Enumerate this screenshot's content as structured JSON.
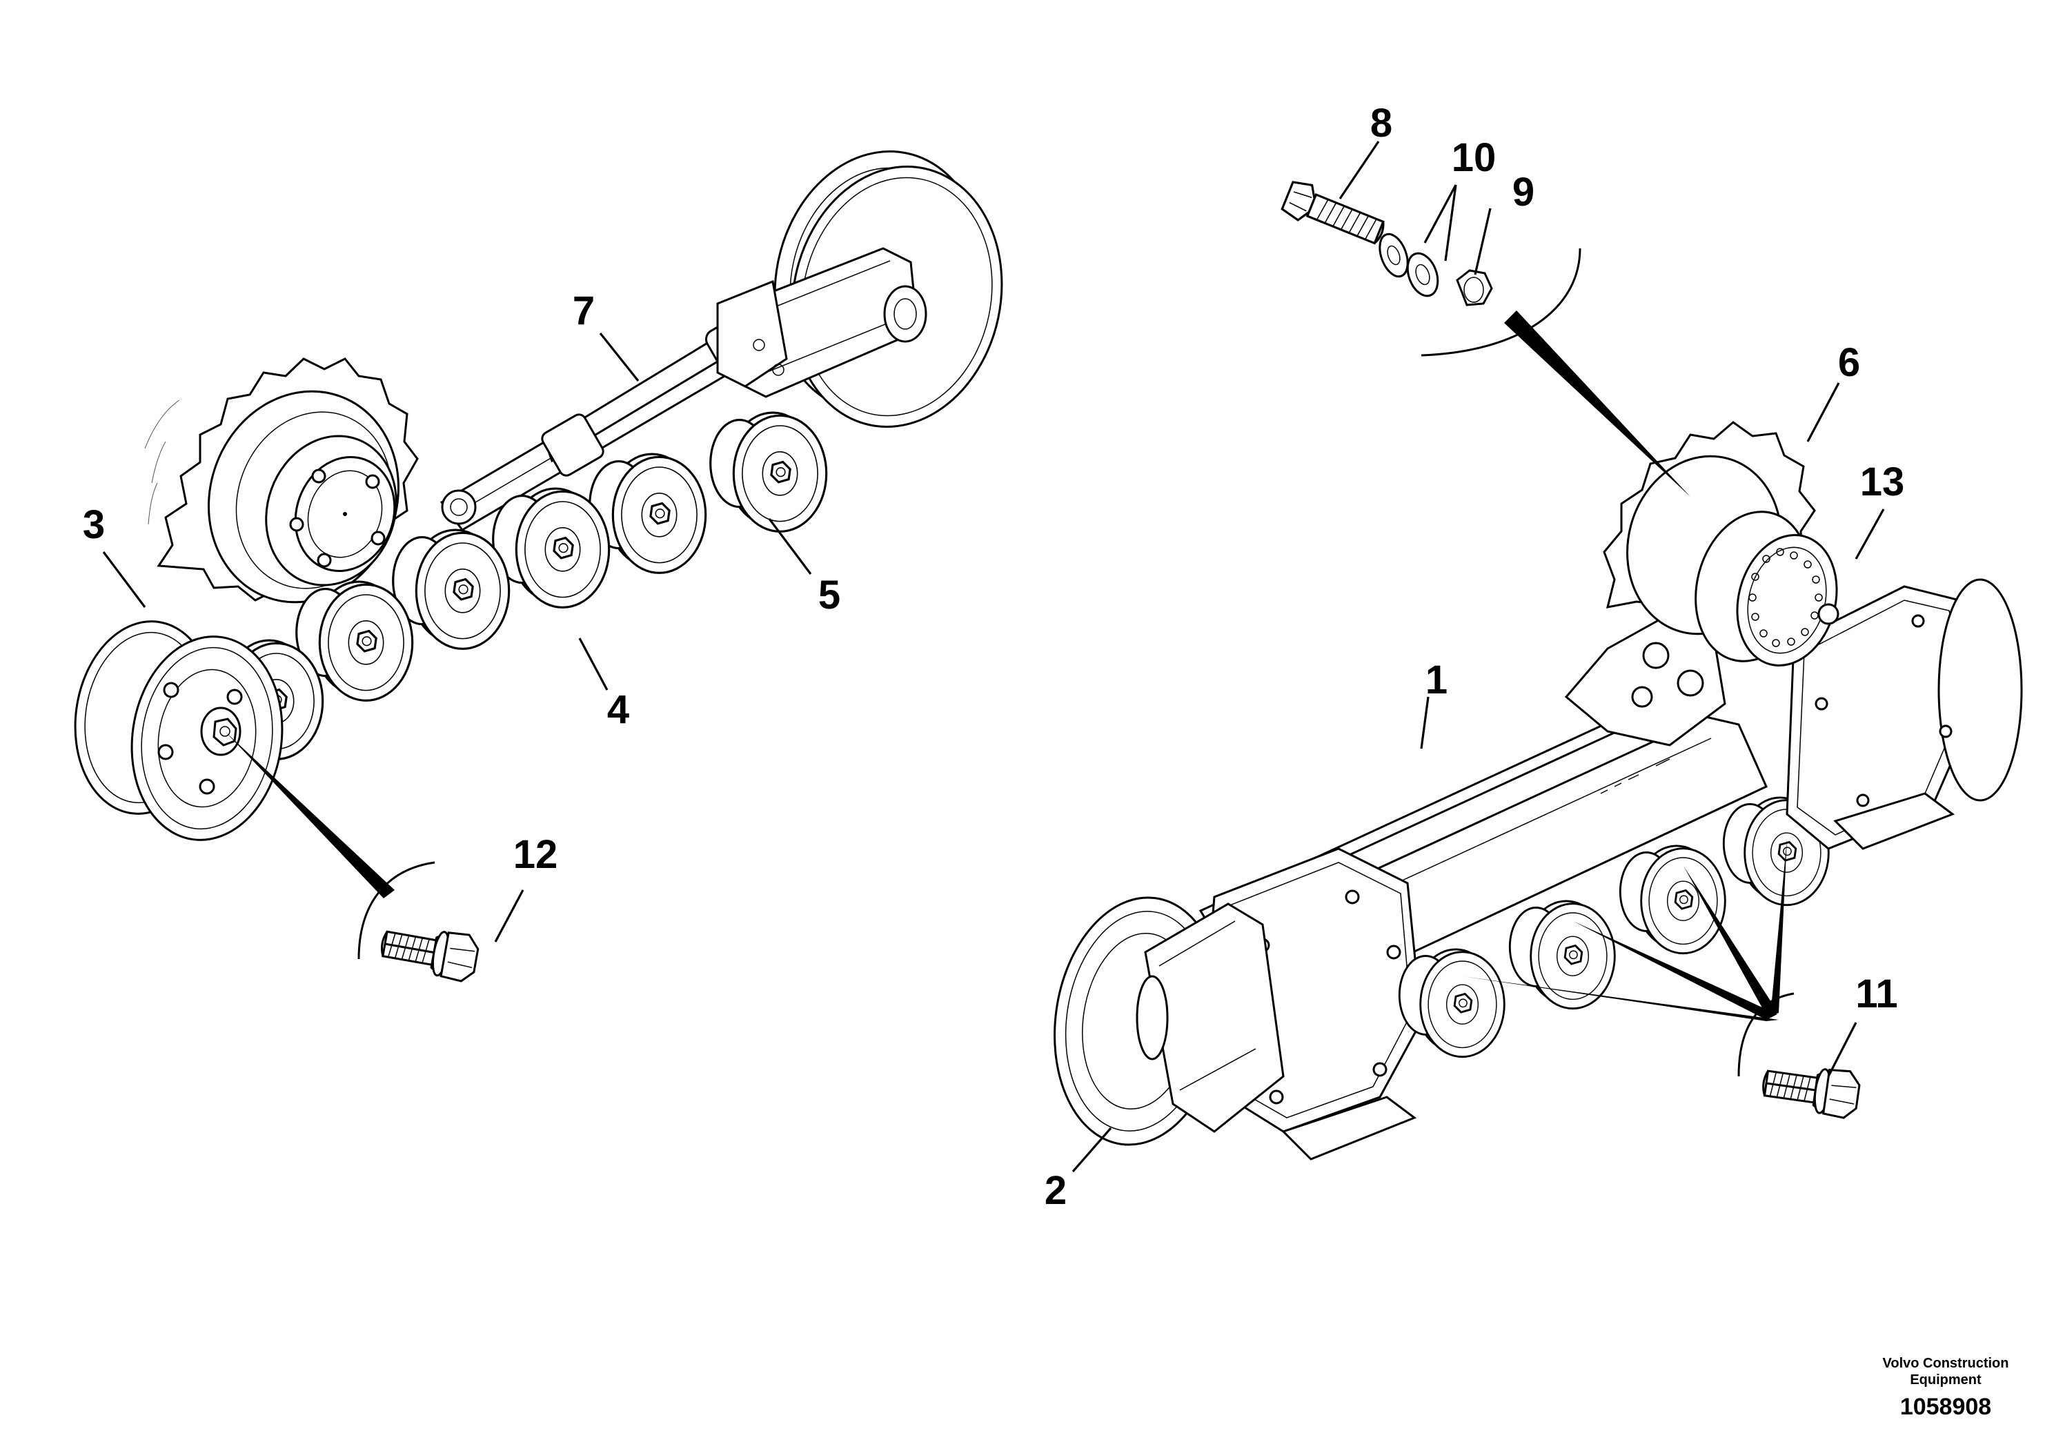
{
  "callouts": {
    "c1": "1",
    "c2": "2",
    "c3": "3",
    "c4": "4",
    "c5": "5",
    "c6": "6",
    "c7": "7",
    "c8": "8",
    "c9": "9",
    "c10": "10",
    "c11": "11",
    "c12": "12",
    "c13": "13"
  },
  "footer": {
    "brand_line1": "Volvo Construction",
    "brand_line2": "Equipment",
    "document_number": "1058908"
  }
}
